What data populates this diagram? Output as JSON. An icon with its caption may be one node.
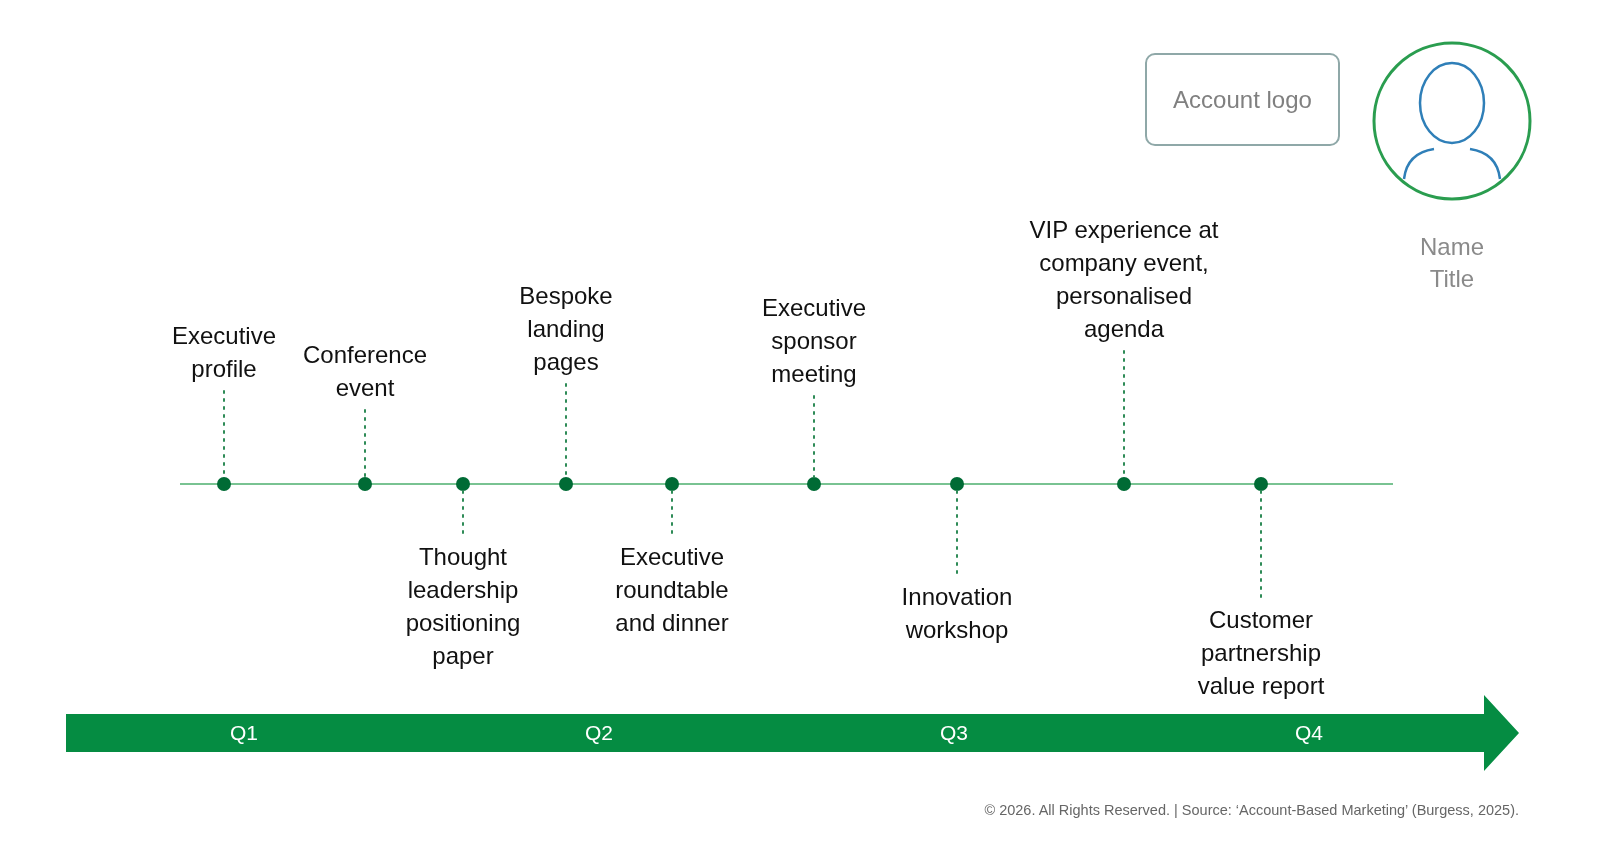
{
  "diagram": {
    "caption": "© 2026. All Rights Reserved. | Source: ‘Account-Based Marketing’ (Burgess, 2025).",
    "nodes": [
      {
        "text": [
          "Account logo"
        ]
      },
      {
        "text": [],
        "shape": "person",
        "beside": [
          "Name",
          "Title"
        ]
      },
      {
        "text": [
          "Executive profile"
        ]
      },
      {
        "text": [],
        "shape": "circle"
      },
      {
        "text": [
          "Conference event"
        ]
      },
      {
        "text": [],
        "shape": "circle"
      },
      {
        "text": [
          "Thought leadership positioning paper"
        ]
      },
      {
        "text": [],
        "shape": "circle"
      },
      {
        "text": [
          "Bespoke landing pages"
        ]
      },
      {
        "text": [],
        "shape": "circle"
      },
      {
        "text": [
          "Executive roundtable and dinner"
        ]
      },
      {
        "text": [],
        "shape": "circle"
      },
      {
        "text": [
          "Executive sponsor meeting"
        ]
      },
      {
        "text": [],
        "shape": "circle"
      },
      {
        "text": [
          "Innovation workshop"
        ]
      },
      {
        "text": [],
        "shape": "circle"
      },
      {
        "text": [
          "VIP experience at company event, personalised agenda"
        ]
      },
      {
        "text": [],
        "shape": "circle"
      },
      {
        "text": [
          "Customer partnership value report"
        ]
      },
      {
        "text": [],
        "shape": "circle"
      }
    ],
    "edges": [
      {
        "from": 2,
        "to": 3,
        "arrow": "none"
      },
      {
        "from": 4,
        "to": 5,
        "arrow": "none"
      },
      {
        "from": 7,
        "to": 6,
        "arrow": "none"
      },
      {
        "from": 8,
        "to": 9,
        "arrow": "none"
      },
      {
        "from": 11,
        "to": 10,
        "arrow": "none"
      },
      {
        "from": 12,
        "to": 13,
        "arrow": "none"
      },
      {
        "from": 15,
        "to": 14,
        "arrow": "none"
      },
      {
        "from": 16,
        "to": 17,
        "arrow": "none"
      },
      {
        "from": 19,
        "to": 18,
        "arrow": "none"
      }
    ],
    "labels": [
      "Q1",
      "Q2",
      "Q3",
      "Q4"
    ]
  }
}
